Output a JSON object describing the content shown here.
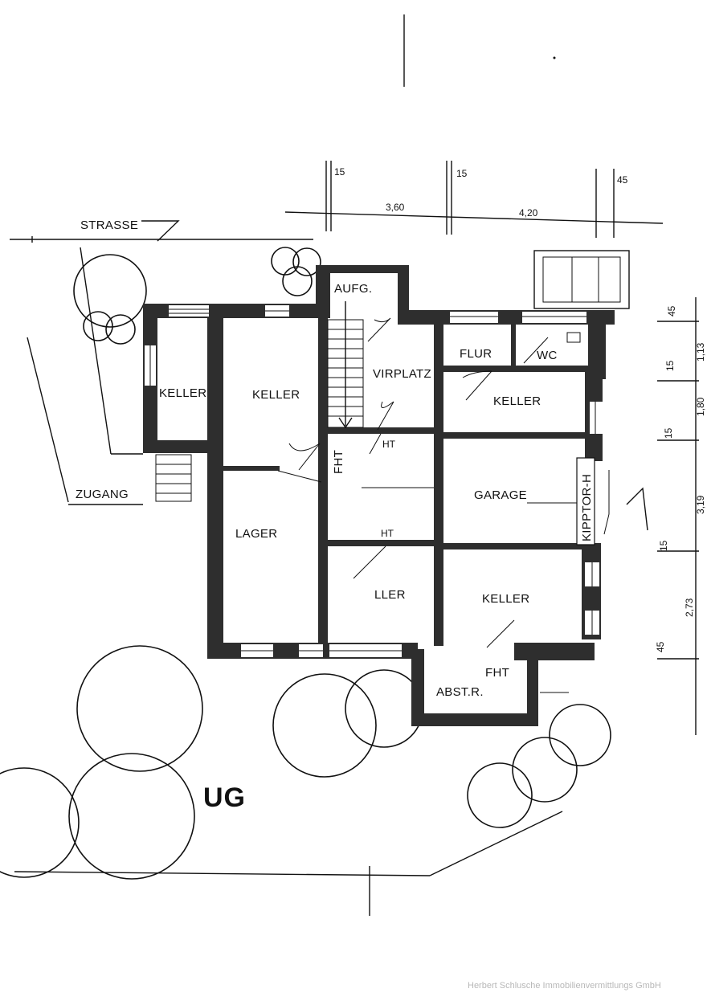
{
  "plan": {
    "level_label": "UG",
    "watermark": "Herbert Schlusche Immobilienvermittlungs GmbH",
    "outside_labels": {
      "street": "STRASSE",
      "entrance": "ZUGANG"
    },
    "rooms": {
      "keller_small": "KELLER",
      "keller_left": "KELLER",
      "aufg": "AUFG.",
      "vorplatz": "VIRPLATZ",
      "flur": "FLUR",
      "wc": "WC",
      "keller_right_top": "KELLER",
      "garage": "GARAGE",
      "lager": "LAGER",
      "ller": "LLER",
      "keller_right_bottom": "KELLER",
      "abstr": "ABST.R."
    },
    "door_labels": {
      "fht_vertical": "FHT",
      "ht_top": "HT",
      "ht_bottom": "HT",
      "fht_bottom": "FHT",
      "kipptor": "KIPPTOR-H"
    },
    "dimensions_top": {
      "wall_a": "15",
      "wall_b": "15",
      "wall_c": "45",
      "span_1": "3,60",
      "span_2": "4,20"
    },
    "dimensions_right": {
      "d1": "45",
      "d2": "1,13",
      "d3": "15",
      "d4": "1,80",
      "d5": "15",
      "d6": "3,19",
      "d7": "15",
      "d8": "2,73",
      "d9": "45"
    }
  }
}
